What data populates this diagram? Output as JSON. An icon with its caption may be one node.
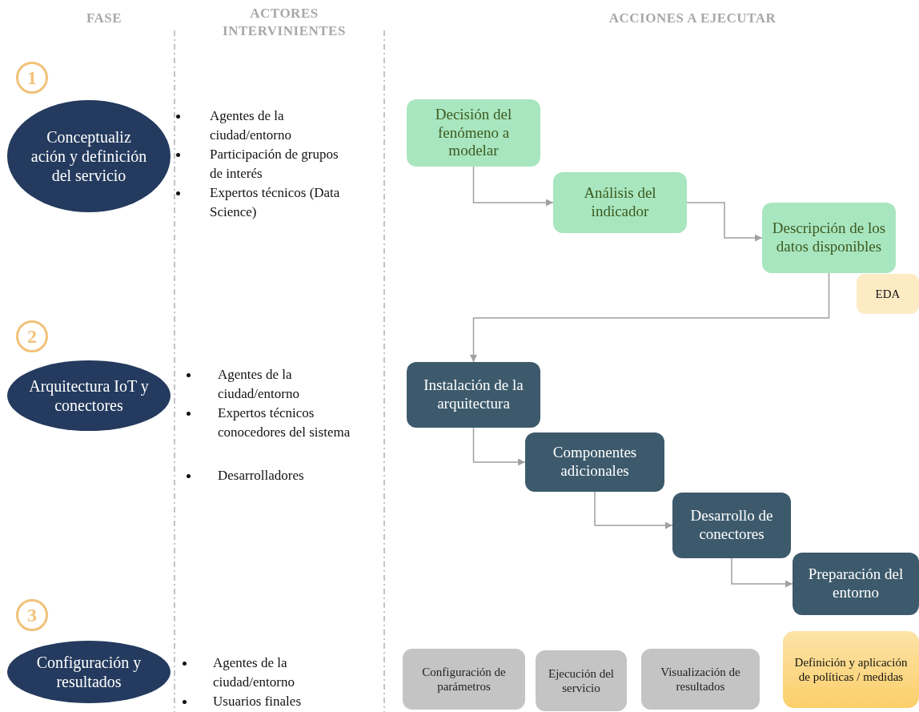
{
  "diagram": {
    "nodes": [
      {
        "text": [
          "1"
        ]
      },
      {
        "text": [
          "Conceptualiz ación y definición del servicio"
        ]
      },
      {
        "text": [
          "Decisión del fenómeno a modelar"
        ]
      },
      {
        "text": [
          "Análisis del indicador"
        ]
      },
      {
        "text": [
          "Descripción de los datos disponibles"
        ]
      },
      {
        "text": [
          "EDA"
        ]
      },
      {
        "text": [
          "2"
        ]
      },
      {
        "text": [
          "Arquitectura IoT y conectores"
        ]
      },
      {
        "text": [
          "Instalación de la arquitectura"
        ]
      },
      {
        "text": [
          "Componentes adicionales"
        ]
      },
      {
        "text": [
          "Desarrollo de conectores"
        ]
      },
      {
        "text": [
          "Preparación del entorno"
        ]
      },
      {
        "text": [
          "3"
        ]
      },
      {
        "text": [
          "Configuración y resultados"
        ]
      },
      {
        "text": [
          "Configuración de parámetros"
        ]
      },
      {
        "text": [
          "Ejecución del servicio"
        ]
      },
      {
        "text": [
          "Visualización de resultados"
        ]
      },
      {
        "text": [
          "Definición y aplicación de políticas / medidas"
        ]
      }
    ],
    "edges": [
      {
        "from": 2,
        "to": 3,
        "arrow": "to"
      },
      {
        "from": 3,
        "to": 4,
        "arrow": "to"
      },
      {
        "from": 4,
        "to": 8,
        "arrow": "to"
      },
      {
        "from": 8,
        "to": 9,
        "arrow": "to"
      },
      {
        "from": 9,
        "to": 10,
        "arrow": "to"
      },
      {
        "from": 10,
        "to": 11,
        "arrow": "to"
      }
    ],
    "labels": [
      "FASE",
      "ACTORES INTERVINIENTES",
      "ACCIONES A EJECUTAR",
      "Agentes de la ciudad/entorno",
      "Participación de grupos de interés",
      "Expertos técnicos (Data Science)",
      "Agentes de la ciudad/entorno",
      "Expertos técnicos conocedores del sistema",
      "Desarrolladores",
      "Agentes de la ciudad/entorno",
      "Usuarios finales"
    ]
  }
}
